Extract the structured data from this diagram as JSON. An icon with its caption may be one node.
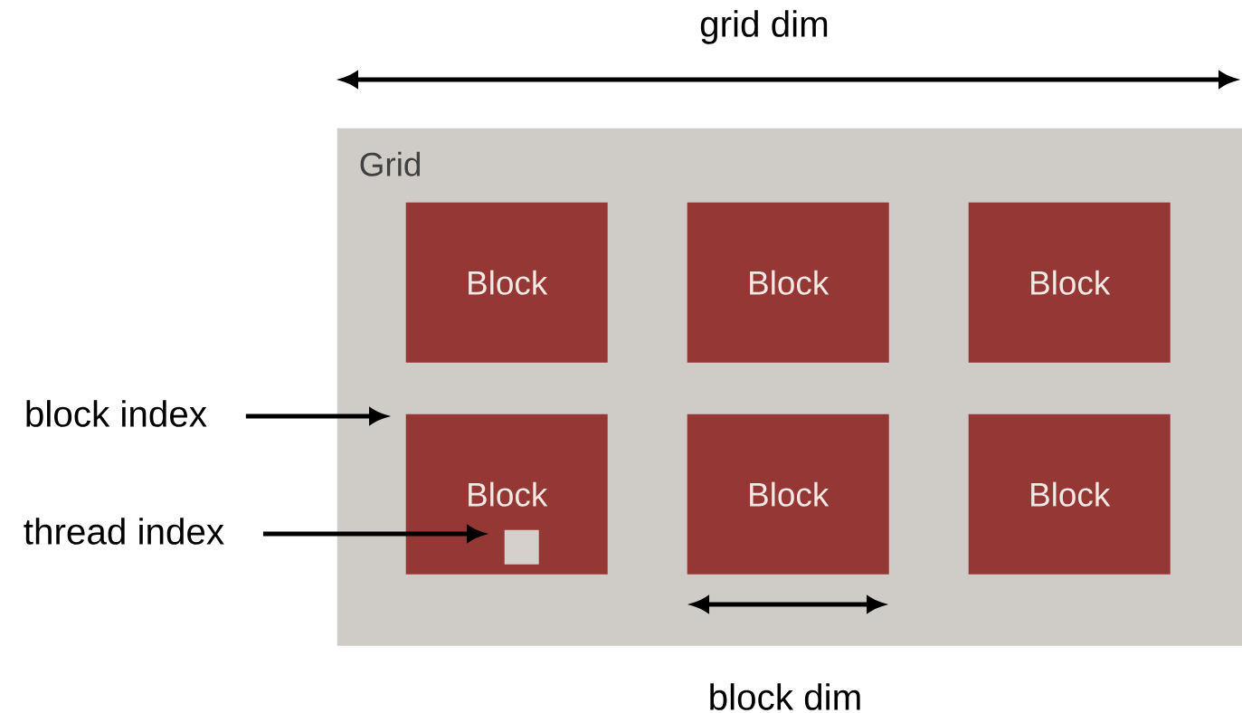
{
  "diagram": {
    "nodes": [
      {
        "text": [
          "Grid"
        ]
      },
      {
        "text": [
          "Block"
        ],
        "in": 0
      },
      {
        "text": [
          "Block"
        ],
        "in": 0
      },
      {
        "text": [
          "Block"
        ],
        "in": 0
      },
      {
        "text": [
          "Block"
        ],
        "in": 0
      },
      {
        "text": [
          "Block"
        ],
        "in": 0
      },
      {
        "text": [
          "Block"
        ],
        "in": 0
      },
      {
        "text": [],
        "shape": "box",
        "in": 4
      },
      {
        "text": [
          "block index"
        ]
      },
      {
        "text": [
          "thread index"
        ]
      }
    ],
    "edges": [
      {
        "from": 8,
        "to": 4,
        "arrow": "to"
      },
      {
        "from": 9,
        "to": 7,
        "arrow": "to"
      }
    ],
    "labels": [
      "grid dim",
      "block dim"
    ]
  }
}
